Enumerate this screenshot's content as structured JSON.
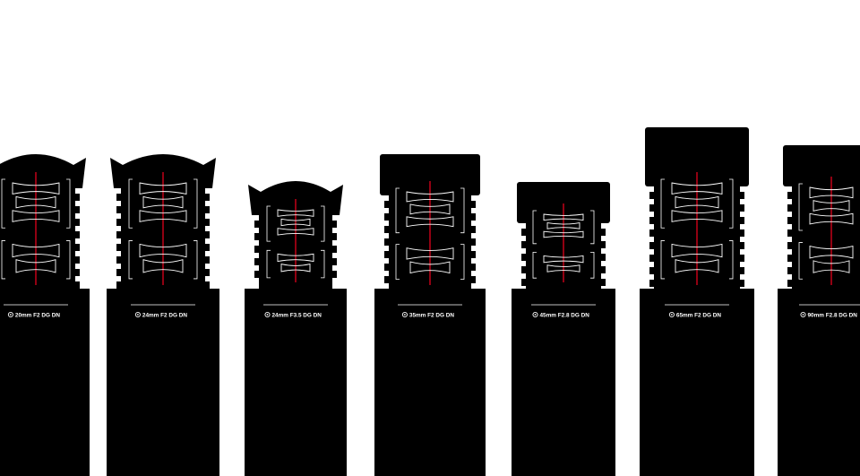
{
  "colors": {
    "background": "#ffffff",
    "lens_body": "#000000",
    "optic_line": "#ffffff",
    "optical_axis": "#d0021b"
  },
  "lenses": [
    {
      "label": "20mm F2 DG DN",
      "icon": "brand-mark-icon"
    },
    {
      "label": "24mm F2 DG DN",
      "icon": "brand-mark-icon"
    },
    {
      "label": "24mm F3.5 DG DN",
      "icon": "brand-mark-icon"
    },
    {
      "label": "35mm F2 DG DN",
      "icon": "brand-mark-icon"
    },
    {
      "label": "45mm F2.8 DG DN",
      "icon": "brand-mark-icon"
    },
    {
      "label": "65mm F2 DG DN",
      "icon": "brand-mark-icon"
    },
    {
      "label": "90mm F2.8 DG DN",
      "icon": "brand-mark-icon"
    }
  ]
}
